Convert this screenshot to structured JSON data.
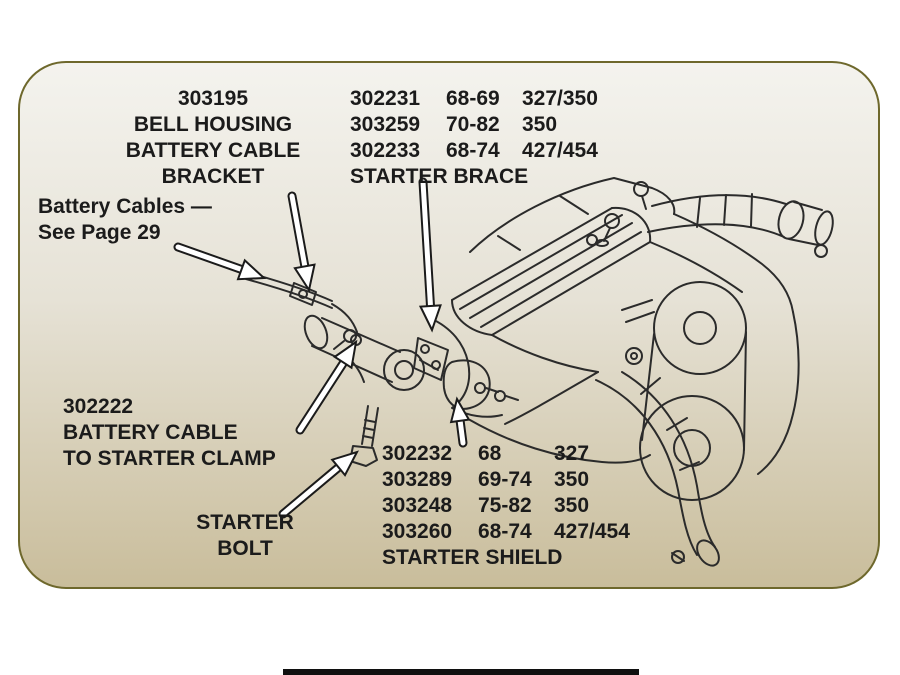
{
  "colors": {
    "panel_border": "#6e682c",
    "panel_bg_top": "#f4f3ee",
    "panel_bg_bottom": "#c9bd9b",
    "line_art": "#2b2b2b",
    "text": "#1b1b1b",
    "arrow_fill": "#ffffff"
  },
  "labels": {
    "bell_housing_bracket": {
      "part": "303195",
      "lines": [
        "BELL HOUSING",
        "BATTERY CABLE",
        "BRACKET"
      ]
    },
    "starter_brace": {
      "rows": [
        {
          "part": "302231",
          "years": "68-69",
          "engine": "327/350"
        },
        {
          "part": "303259",
          "years": "70-82",
          "engine": "350"
        },
        {
          "part": "302233",
          "years": "68-74",
          "engine": "427/454"
        }
      ],
      "title": "STARTER BRACE"
    },
    "battery_cables": {
      "line1": "Battery Cables —",
      "line2": "See Page 29"
    },
    "battery_cable_clamp": {
      "part": "302222",
      "line1": "BATTERY CABLE",
      "line2": "TO STARTER CLAMP"
    },
    "starter_bolt": {
      "line1": "STARTER",
      "line2": "BOLT"
    },
    "starter_shield": {
      "rows": [
        {
          "part": "302232",
          "years": "68",
          "engine": "327"
        },
        {
          "part": "303289",
          "years": "69-74",
          "engine": "350"
        },
        {
          "part": "303248",
          "years": "75-82",
          "engine": "350"
        },
        {
          "part": "303260",
          "years": "68-74",
          "engine": "427/454"
        }
      ],
      "title": "STARTER SHIELD"
    }
  }
}
